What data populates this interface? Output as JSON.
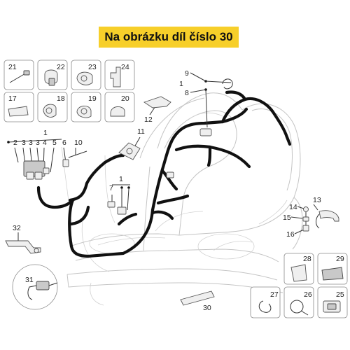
{
  "banner": {
    "text": "Na obrázku díl číslo 30",
    "color": "#f7cf2a"
  },
  "labels": {
    "boxed_top": [
      "21",
      "22",
      "23",
      "24"
    ],
    "boxed_mid": [
      "17",
      "18",
      "19",
      "20"
    ],
    "left_group": [
      "1",
      "2",
      "3",
      "3",
      "3",
      "4",
      "5",
      "6",
      "10"
    ],
    "center": [
      "11",
      "12",
      "7",
      "1"
    ],
    "top_right": [
      "9",
      "1",
      "8"
    ],
    "right": [
      "13",
      "14",
      "15",
      "16"
    ],
    "bottom_left": [
      "32",
      "31"
    ],
    "boxed_bottom_right": [
      "28",
      "29",
      "27",
      "26",
      "25"
    ],
    "bottom_center": "30"
  },
  "icons": [
    "cable-tie-icon",
    "clip-icon",
    "connector-icon",
    "grommet-icon",
    "ground-cable-icon",
    "screw-icon",
    "scooter-frame-outline"
  ]
}
